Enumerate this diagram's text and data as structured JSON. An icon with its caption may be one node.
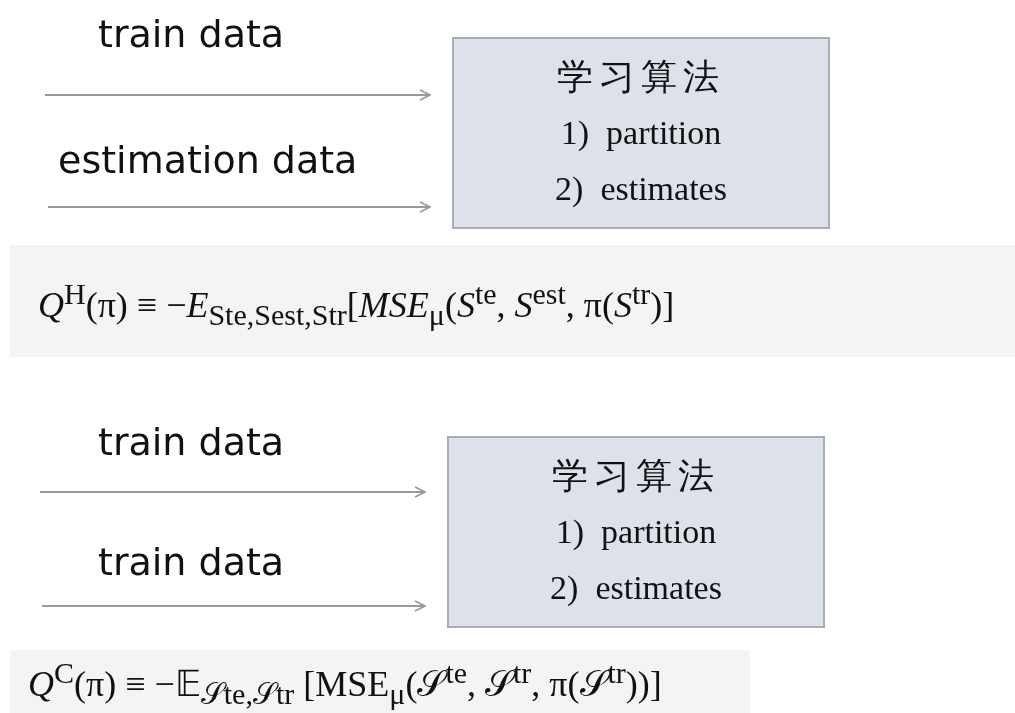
{
  "diagram": {
    "nodes": [
      {
        "text": [
          "学习算法",
          "1)  partition",
          "2)  estimates"
        ]
      },
      {
        "text": [
          "学习算法",
          "1)  partition",
          "2)  estimates"
        ]
      }
    ],
    "edges": [
      {
        "from": null,
        "to": 0,
        "arrow": "to",
        "label": "train data"
      },
      {
        "from": null,
        "to": 0,
        "arrow": "to",
        "label": "estimation data"
      },
      {
        "from": null,
        "to": 1,
        "arrow": "to",
        "label": "train data"
      },
      {
        "from": null,
        "to": 1,
        "arrow": "to",
        "label": "train data"
      }
    ],
    "labels": [
      "*Q*$^{H}$(π) ≡ −*E*$_{Ste,Sest,Str}$[*MSE*$_{μ}$(*S*$^{te}$, *S*$^{est}$, π(*S*$^{tr}$)]",
      "*Q*$^{C}$(π) ≡ −𝔼$_{𝒮te,𝒮tr}$ [MSE$_{μ}$(𝒮$^{te}$, 𝒮$^{tr}$, π(𝒮$^{tr}$))]"
    ]
  }
}
